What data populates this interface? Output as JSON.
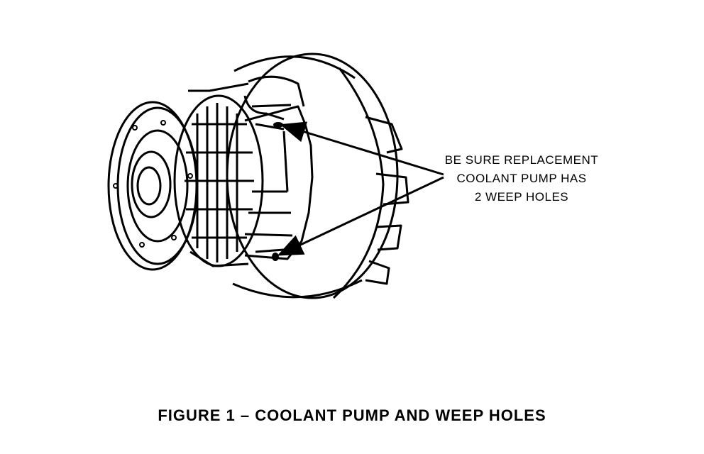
{
  "callout": {
    "lines": [
      "BE SURE REPLACEMENT",
      "COOLANT PUMP HAS",
      "2 WEEP HOLES"
    ]
  },
  "caption": "FIGURE 1  –  COOLANT PUMP AND WEEP HOLES",
  "colors": {
    "ink": "#000000",
    "paper": "#ffffff"
  }
}
